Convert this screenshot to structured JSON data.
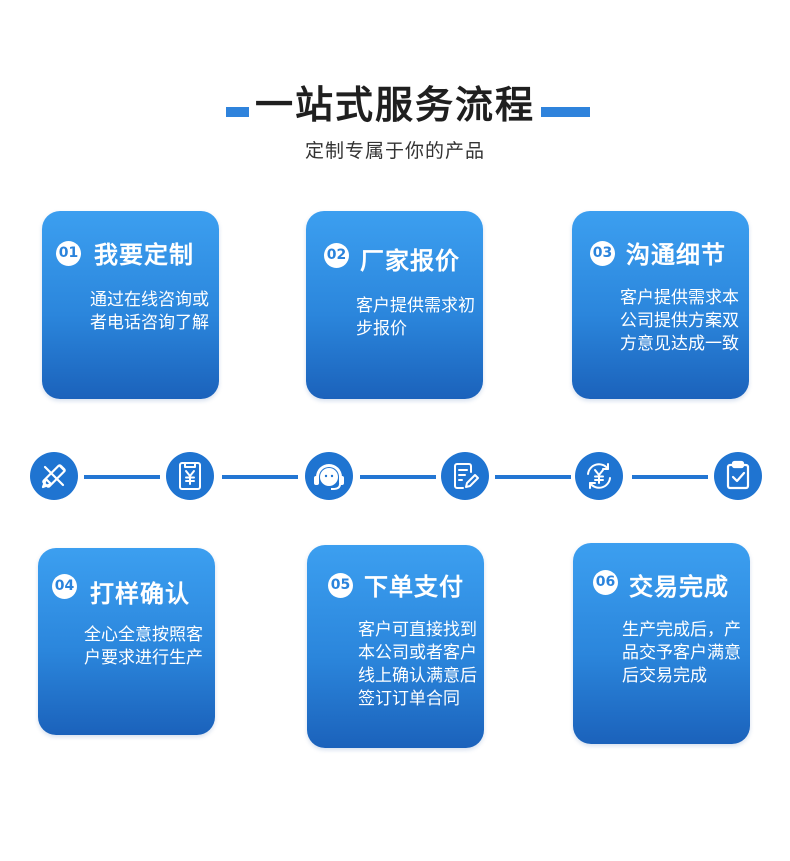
{
  "header": {
    "title": "一站式服务流程",
    "subtitle": "定制专属于你的产品"
  },
  "steps": [
    {
      "num": "01",
      "title": "我要定制",
      "desc": "通过在线咨询或者电话咨询了解"
    },
    {
      "num": "02",
      "title": "厂家报价",
      "desc": "客户提供需求初步报价"
    },
    {
      "num": "03",
      "title": "沟通细节",
      "desc": "客户提供需求本公司提供方案双方意见达成一致"
    },
    {
      "num": "04",
      "title": "打样确认",
      "desc": "全心全意按照客户要求进行生产"
    },
    {
      "num": "05",
      "title": "下单支付",
      "desc": "客户可直接找到本公司或者客户线上确认满意后签订订单合同"
    },
    {
      "num": "06",
      "title": "交易完成",
      "desc": "生产完成后，产品交予客户满意后交易完成"
    }
  ],
  "timeline_icons": [
    "pencil-ruler-icon",
    "yen-document-icon",
    "headset-icon",
    "edit-document-icon",
    "yen-exchange-icon",
    "clipboard-check-icon"
  ],
  "colors": {
    "accent": "#2f83dc",
    "card_top": "#3c9ff0",
    "card_bottom": "#1b62bb",
    "icon": "#1f74d1"
  }
}
